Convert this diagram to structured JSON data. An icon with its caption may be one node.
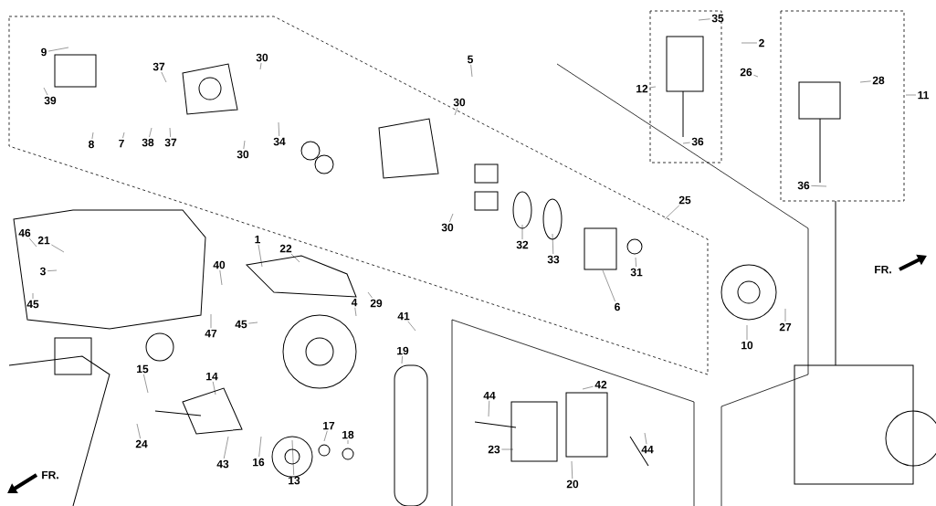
{
  "diagram": {
    "nodes": [
      {
        "text": [
          "9"
        ]
      },
      {
        "text": [
          "37"
        ]
      },
      {
        "text": [
          "30"
        ]
      },
      {
        "text": [
          "5"
        ]
      },
      {
        "text": [
          "39"
        ]
      },
      {
        "text": [
          "8"
        ]
      },
      {
        "text": [
          "7"
        ]
      },
      {
        "text": [
          "38"
        ]
      },
      {
        "text": [
          "37"
        ]
      },
      {
        "text": [
          "30"
        ]
      },
      {
        "text": [
          "34"
        ]
      },
      {
        "text": [
          "30"
        ]
      },
      {
        "text": [
          "30"
        ]
      },
      {
        "text": [
          "32"
        ]
      },
      {
        "text": [
          "33"
        ]
      },
      {
        "text": [
          "25"
        ]
      },
      {
        "text": [
          "31"
        ]
      },
      {
        "text": [
          "6"
        ]
      },
      {
        "text": [
          "35"
        ]
      },
      {
        "text": [
          "12"
        ]
      },
      {
        "text": [
          "36"
        ]
      },
      {
        "text": [
          "2"
        ]
      },
      {
        "text": [
          "26"
        ]
      },
      {
        "text": [
          "28"
        ]
      },
      {
        "text": [
          "11"
        ]
      },
      {
        "text": [
          "36"
        ]
      },
      {
        "text": [
          "46"
        ]
      },
      {
        "text": [
          "21"
        ]
      },
      {
        "text": [
          "3"
        ]
      },
      {
        "text": [
          "45"
        ]
      },
      {
        "text": [
          "1"
        ]
      },
      {
        "text": [
          "22"
        ]
      },
      {
        "text": [
          "40"
        ]
      },
      {
        "text": [
          "29"
        ]
      },
      {
        "text": [
          "4"
        ]
      },
      {
        "text": [
          "47"
        ]
      },
      {
        "text": [
          "45"
        ]
      },
      {
        "text": [
          "41"
        ]
      },
      {
        "text": [
          "19"
        ]
      },
      {
        "text": [
          "10"
        ]
      },
      {
        "text": [
          "27"
        ]
      },
      {
        "text": [
          "15"
        ]
      },
      {
        "text": [
          "14"
        ]
      },
      {
        "text": [
          "24"
        ]
      },
      {
        "text": [
          "43"
        ]
      },
      {
        "text": [
          "16"
        ]
      },
      {
        "text": [
          "13"
        ]
      },
      {
        "text": [
          "17"
        ]
      },
      {
        "text": [
          "18"
        ]
      },
      {
        "text": [
          "42"
        ]
      },
      {
        "text": [
          "44"
        ]
      },
      {
        "text": [
          "23"
        ]
      },
      {
        "text": [
          "44"
        ]
      },
      {
        "text": [
          "20"
        ]
      }
    ],
    "edges": [
      {
        "from": 0,
        "to": null,
        "arrow": "none"
      },
      {
        "from": 1,
        "to": null,
        "arrow": "none"
      },
      {
        "from": 2,
        "to": null,
        "arrow": "none"
      },
      {
        "from": 3,
        "to": null,
        "arrow": "none"
      },
      {
        "from": 4,
        "to": null,
        "arrow": "none"
      },
      {
        "from": 5,
        "to": null,
        "arrow": "none"
      },
      {
        "from": 6,
        "to": null,
        "arrow": "none"
      },
      {
        "from": 7,
        "to": null,
        "arrow": "none"
      },
      {
        "from": 8,
        "to": null,
        "arrow": "none"
      },
      {
        "from": 9,
        "to": null,
        "arrow": "none"
      },
      {
        "from": 10,
        "to": null,
        "arrow": "none"
      },
      {
        "from": 11,
        "to": null,
        "arrow": "none"
      },
      {
        "from": 12,
        "to": null,
        "arrow": "none"
      },
      {
        "from": 13,
        "to": null,
        "arrow": "none"
      },
      {
        "from": 14,
        "to": null,
        "arrow": "none"
      },
      {
        "from": 15,
        "to": null,
        "arrow": "none"
      },
      {
        "from": 16,
        "to": null,
        "arrow": "none"
      },
      {
        "from": 17,
        "to": null,
        "arrow": "none"
      },
      {
        "from": 18,
        "to": null,
        "arrow": "none"
      },
      {
        "from": 19,
        "to": null,
        "arrow": "none"
      },
      {
        "from": 20,
        "to": null,
        "arrow": "none"
      },
      {
        "from": 21,
        "to": null,
        "arrow": "none"
      },
      {
        "from": 22,
        "to": null,
        "arrow": "none"
      },
      {
        "from": 23,
        "to": null,
        "arrow": "none"
      },
      {
        "from": 24,
        "to": null,
        "arrow": "none"
      },
      {
        "from": 25,
        "to": null,
        "arrow": "none"
      },
      {
        "from": 26,
        "to": null,
        "arrow": "none"
      },
      {
        "from": 27,
        "to": null,
        "arrow": "none"
      },
      {
        "from": 28,
        "to": null,
        "arrow": "none"
      },
      {
        "from": 29,
        "to": null,
        "arrow": "none"
      },
      {
        "from": 30,
        "to": null,
        "arrow": "none"
      },
      {
        "from": 31,
        "to": null,
        "arrow": "none"
      },
      {
        "from": 32,
        "to": null,
        "arrow": "none"
      },
      {
        "from": 33,
        "to": null,
        "arrow": "none"
      },
      {
        "from": 34,
        "to": null,
        "arrow": "none"
      },
      {
        "from": 35,
        "to": null,
        "arrow": "none"
      },
      {
        "from": 36,
        "to": null,
        "arrow": "none"
      },
      {
        "from": 37,
        "to": null,
        "arrow": "none"
      },
      {
        "from": 38,
        "to": null,
        "arrow": "none"
      },
      {
        "from": 39,
        "to": null,
        "arrow": "none"
      },
      {
        "from": 40,
        "to": null,
        "arrow": "none"
      },
      {
        "from": 41,
        "to": null,
        "arrow": "none"
      },
      {
        "from": 42,
        "to": null,
        "arrow": "none"
      },
      {
        "from": 43,
        "to": null,
        "arrow": "none"
      },
      {
        "from": 44,
        "to": null,
        "arrow": "none"
      },
      {
        "from": 45,
        "to": null,
        "arrow": "none"
      },
      {
        "from": 46,
        "to": null,
        "arrow": "none"
      },
      {
        "from": 47,
        "to": null,
        "arrow": "none"
      },
      {
        "from": 48,
        "to": null,
        "arrow": "none"
      },
      {
        "from": 49,
        "to": null,
        "arrow": "none"
      },
      {
        "from": 50,
        "to": null,
        "arrow": "none"
      },
      {
        "from": 51,
        "to": null,
        "arrow": "none"
      },
      {
        "from": 52,
        "to": null,
        "arrow": "none"
      },
      {
        "from": 53,
        "to": null,
        "arrow": "none"
      }
    ],
    "labels": [
      "FR.",
      "FR."
    ]
  }
}
